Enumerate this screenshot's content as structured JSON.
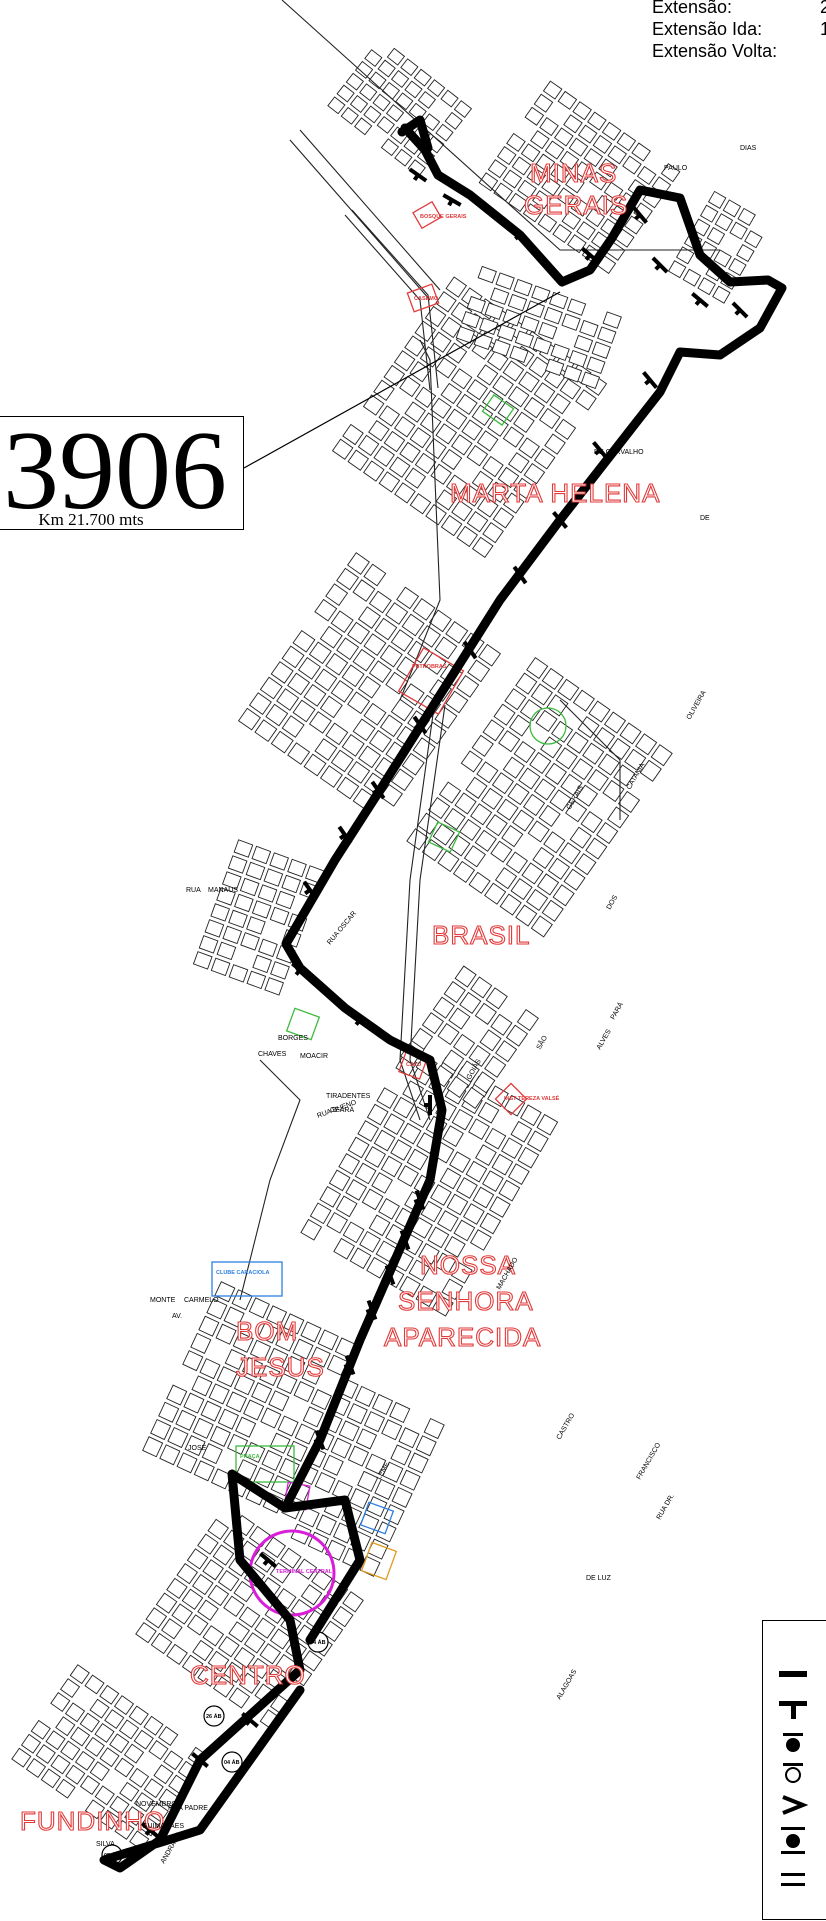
{
  "extension": {
    "labels": [
      "Extensão:",
      "Extensão Ida:",
      "Extensão Volta:"
    ],
    "values": [
      "2",
      "1",
      ""
    ]
  },
  "route": {
    "code": "3906",
    "km_label": "Km  21.700 mts"
  },
  "neighborhoods": [
    {
      "lines": [
        "MINAS",
        "GERAIS"
      ]
    },
    {
      "lines": [
        "MARTA HELENA"
      ]
    },
    {
      "lines": [
        "BRASIL"
      ]
    },
    {
      "lines": [
        "NOSSA",
        "SENHORA",
        "APARECIDA"
      ]
    },
    {
      "lines": [
        "BOM",
        "JESUS"
      ]
    },
    {
      "lines": [
        "CENTRO"
      ]
    },
    {
      "lines": [
        "FUNDINHO"
      ]
    }
  ],
  "streets": [
    "RUA",
    "MANAUS",
    "CARMELO",
    "MONTE",
    "AV.",
    "JOSÉ",
    "ANDRADE",
    "RUA PADRE",
    "SILVA",
    "GUIMARÃES",
    "NOVEMBRO",
    "CEARÁ",
    "TIRADENTES",
    "RUA BUENO",
    "CHAVES",
    "BORGES",
    "MOACIR",
    "RUA OSCAR",
    "DE CARVALHO",
    "CATANIA",
    "OLIVEIRA",
    "GERAIS",
    "ALVES",
    "PARÁ",
    "SÃO",
    "GOIÁS",
    "MACHADO",
    "DIAS",
    "PAULO",
    "DE",
    "DOS",
    "LEME",
    "DE LUZ",
    "CASTRO",
    "FRANCISCO",
    "RUA DR.",
    "ALAGOAS"
  ],
  "pois": [
    "CLUBE CARACIOLA",
    "PRAÇA",
    "TERMINAL CENTRAL",
    "PETROBRAS",
    "CASEMO",
    "INST TEREZA VALSÉ",
    "CALU",
    "BOSQUE GERAIS"
  ],
  "terminals": [
    "26 ÁB",
    "04 ÁB",
    "04 ÁB",
    "05 ÁB"
  ],
  "colors": {
    "route": "#000000",
    "neighborhood_label": "#e23a3a",
    "green_area": "#3dbb3d",
    "terminal": "#d91ed9",
    "institution": "#e23a3a",
    "blue_area": "#2d7fe0",
    "orange_area": "#e09a1e"
  },
  "legend_icons": [
    "bus-stop-bar-icon",
    "bus-stop-tee-icon",
    "stop-dot-icon",
    "stop-circle-icon",
    "direction-arrow-icon",
    "terminal-dot-icon",
    "parallel-bars-icon"
  ]
}
